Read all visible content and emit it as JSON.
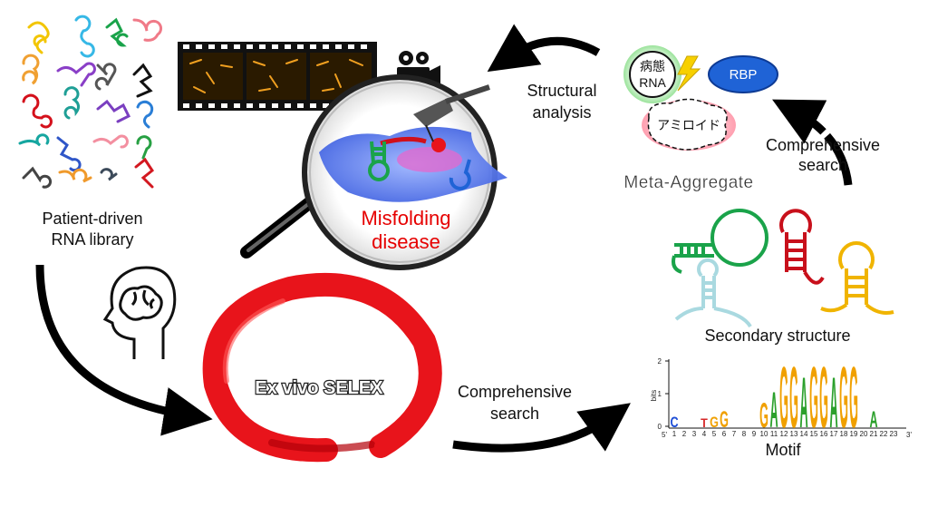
{
  "labels": {
    "patient_library_line1": "Patient-driven",
    "patient_library_line2": "RNA library",
    "misfolding_line1": "Misfolding",
    "misfolding_line2": "disease",
    "structural_line1": "Structural",
    "structural_line2": "analysis",
    "comprehensive_top_line1": "Comprehensive",
    "comprehensive_top_line2": "search",
    "meta_aggregate": "Meta-Aggregate",
    "secondary_structure": "Secondary structure",
    "ex_vivo_selex": "Ex vivo SELEX",
    "comprehensive_bottom_line1": "Comprehensive",
    "comprehensive_bottom_line2": "search",
    "motif": "Motif"
  },
  "meta_aggregate_parts": {
    "disease_rna_line1": "病態",
    "disease_rna_line2": "RNA",
    "rbp": "RBP",
    "amyloid": "アミロイド"
  },
  "motif_logo": {
    "y_axis_label": "bits",
    "y_ticks": [
      "2",
      "1",
      "0"
    ],
    "x_start": "5'",
    "x_end": "3'",
    "positions": [
      "1",
      "2",
      "3",
      "4",
      "5",
      "6",
      "7",
      "8",
      "9",
      "10",
      "11",
      "12",
      "13",
      "14",
      "15",
      "16",
      "17",
      "18",
      "19",
      "20",
      "21",
      "22",
      "23"
    ],
    "letters": [
      "C",
      "",
      "",
      "T",
      "G",
      "G",
      "",
      "",
      "",
      "G",
      "A",
      "G",
      "G",
      "A",
      "G",
      "G",
      "A",
      "G",
      "G",
      "",
      "A",
      "",
      ""
    ]
  },
  "colors": {
    "selex_ring": "#e8141b",
    "arrow": "#000000",
    "misfolding_text": "#e60000",
    "rbp_fill": "#1f63d6"
  }
}
